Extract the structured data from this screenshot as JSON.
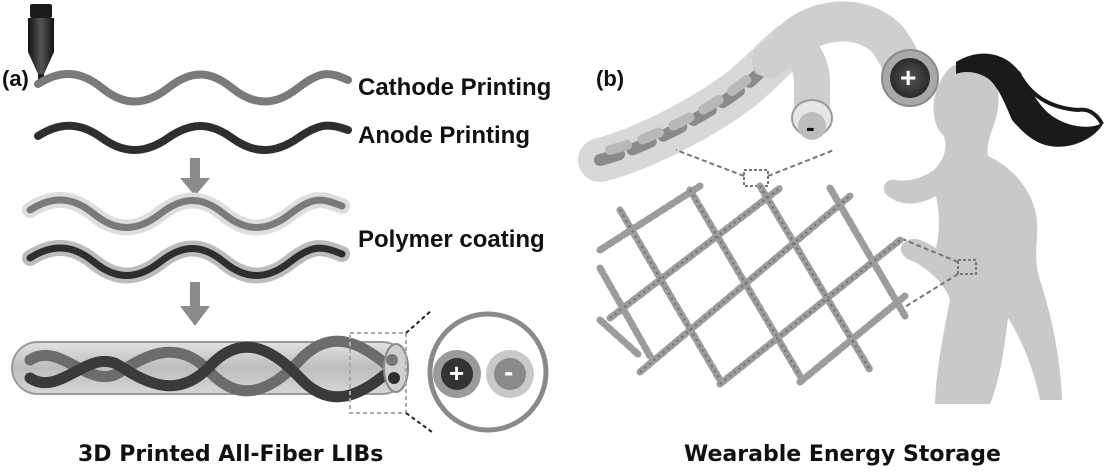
{
  "panel_a": {
    "label": "(a)",
    "step_cathode": "Cathode Printing",
    "step_anode": "Anode Printing",
    "step_coating": "Polymer coating",
    "cross_section_plus": "+",
    "cross_section_minus": "-",
    "caption": "3D Printed All-Fiber LIBs"
  },
  "panel_b": {
    "label": "(b)",
    "fiber_minus": "-",
    "fiber_plus": "+",
    "caption": "Wearable Energy Storage"
  },
  "colors": {
    "cathode": "#7a7a7a",
    "anode": "#2e2e2e",
    "arrow": "#8c8c8c",
    "silhouette": "#c9c9c9",
    "hair": "#1a1a1a"
  }
}
